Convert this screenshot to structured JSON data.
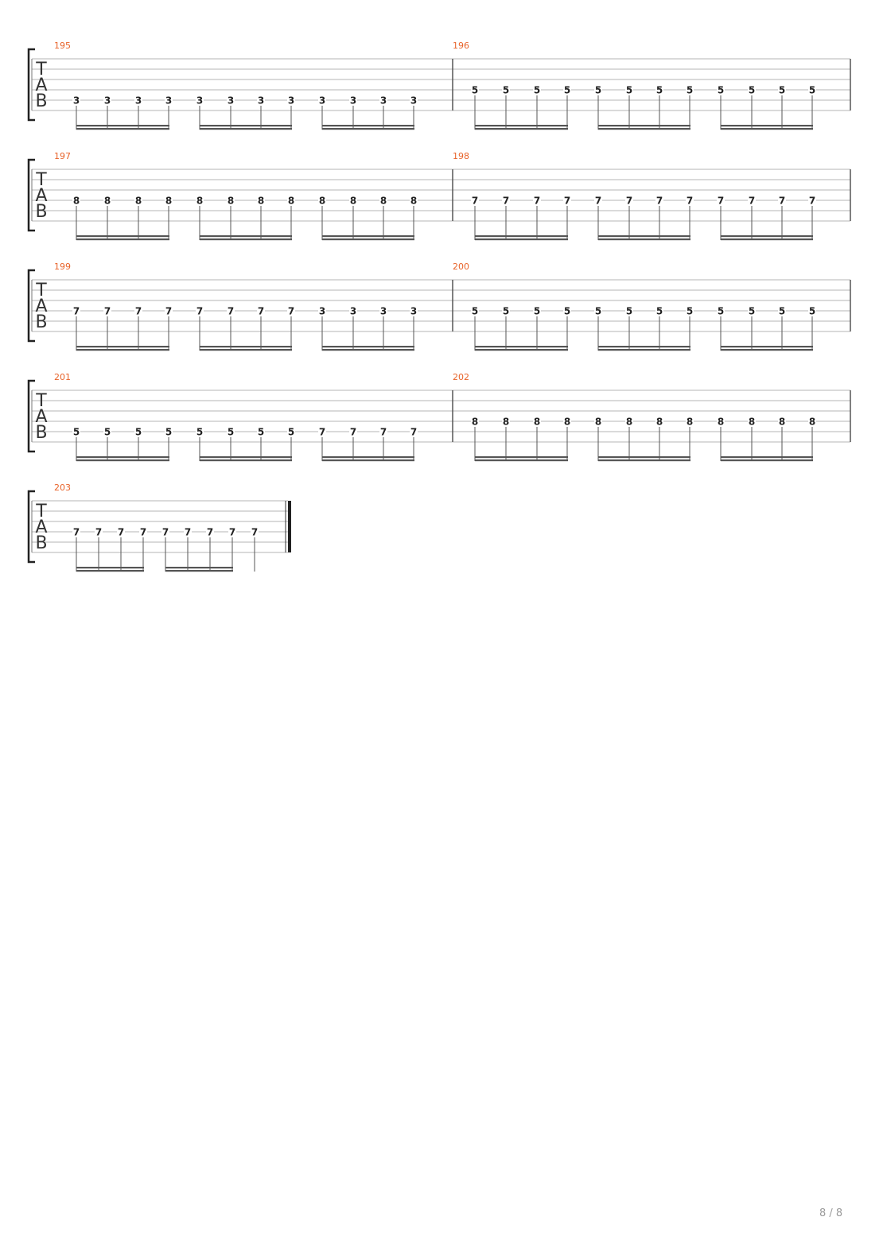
{
  "clef": [
    "T",
    "A",
    "B"
  ],
  "page_number": "8 / 8",
  "colors": {
    "measure_number": "#e8632a",
    "staff_line": "#b5b5b5",
    "beam": "#555555"
  },
  "systems": [
    {
      "measures": [
        {
          "number": "195",
          "string": 5,
          "beams": [
            4,
            4,
            4
          ],
          "frets": [
            "3",
            "3",
            "3",
            "3",
            "3",
            "3",
            "3",
            "3",
            "3",
            "3",
            "3",
            "3"
          ]
        },
        {
          "number": "196",
          "string": 4,
          "beams": [
            4,
            4,
            4
          ],
          "frets": [
            "5",
            "5",
            "5",
            "5",
            "5",
            "5",
            "5",
            "5",
            "5",
            "5",
            "5",
            "5"
          ]
        }
      ]
    },
    {
      "measures": [
        {
          "number": "197",
          "string": 4,
          "beams": [
            4,
            4,
            4
          ],
          "frets": [
            "8",
            "8",
            "8",
            "8",
            "8",
            "8",
            "8",
            "8",
            "8",
            "8",
            "8",
            "8"
          ]
        },
        {
          "number": "198",
          "string": 4,
          "beams": [
            4,
            4,
            4
          ],
          "frets": [
            "7",
            "7",
            "7",
            "7",
            "7",
            "7",
            "7",
            "7",
            "7",
            "7",
            "7",
            "7"
          ]
        }
      ]
    },
    {
      "measures": [
        {
          "number": "199",
          "string": 4,
          "beams": [
            4,
            4,
            4
          ],
          "frets": [
            "7",
            "7",
            "7",
            "7",
            "7",
            "7",
            "7",
            "7",
            "3",
            "3",
            "3",
            "3"
          ]
        },
        {
          "number": "200",
          "string": 4,
          "beams": [
            4,
            4,
            4
          ],
          "frets": [
            "5",
            "5",
            "5",
            "5",
            "5",
            "5",
            "5",
            "5",
            "5",
            "5",
            "5",
            "5"
          ]
        }
      ]
    },
    {
      "measures": [
        {
          "number": "201",
          "string": 5,
          "beams": [
            4,
            4,
            4
          ],
          "frets": [
            "5",
            "5",
            "5",
            "5",
            "5",
            "5",
            "5",
            "5",
            "7",
            "7",
            "7",
            "7"
          ]
        },
        {
          "number": "202",
          "string": 4,
          "beams": [
            4,
            4,
            4
          ],
          "frets": [
            "8",
            "8",
            "8",
            "8",
            "8",
            "8",
            "8",
            "8",
            "8",
            "8",
            "8",
            "8"
          ]
        }
      ]
    },
    {
      "measures": [
        {
          "number": "203",
          "string": 4,
          "beams": [
            4,
            4,
            1
          ],
          "frets": [
            "7",
            "7",
            "7",
            "7",
            "7",
            "7",
            "7",
            "7",
            "7"
          ]
        }
      ]
    }
  ]
}
